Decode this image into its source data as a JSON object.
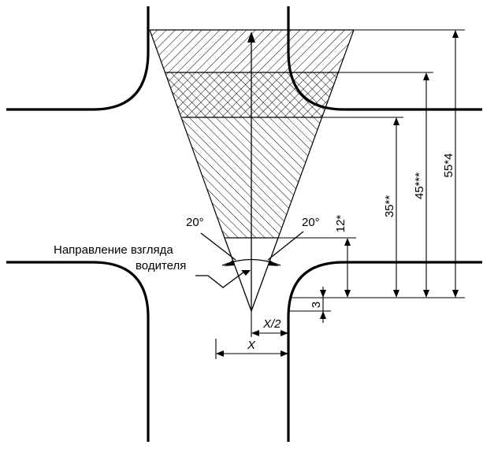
{
  "labels": {
    "angle_left": "20°",
    "angle_right": "20°",
    "view_direction_line1": "Направление взгляда",
    "view_direction_line2": "водителя",
    "dim_3": "3",
    "dim_12": "12*",
    "dim_35": "35**",
    "dim_45": "45***",
    "dim_55": "55*4",
    "dim_x_half": "X/2",
    "dim_x": "X"
  }
}
